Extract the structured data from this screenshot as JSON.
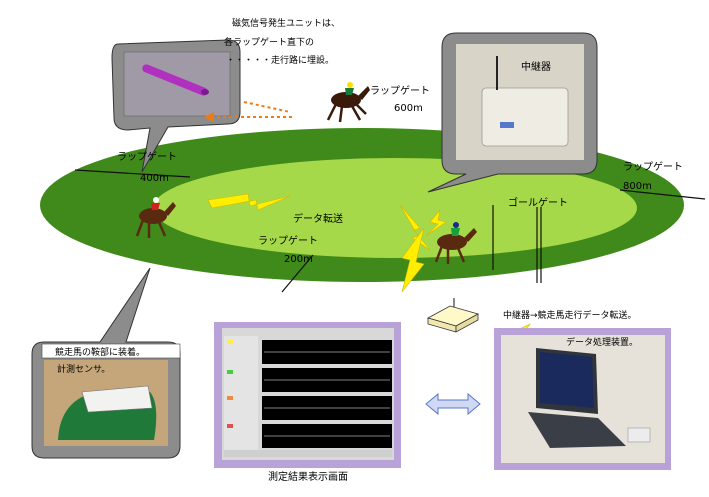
{
  "colors": {
    "track_outer": "#3f8a1a",
    "track_inner": "#a6d94a",
    "bubble_fill": "#8c8c8c",
    "lightning": "#ffee00",
    "arrow_orange": "#f07a10",
    "arrow_blue": "#5a78c8",
    "monitor_frame": "#b9a2d8",
    "gate_line": "#111111"
  },
  "magnet_note": [
    "磁気信号発生ユニットは、",
    "各ラップゲート直下の",
    "・・・・・走行路に埋設。"
  ],
  "lap_gate_400": {
    "label": "ラップゲート",
    "distance": "400m"
  },
  "lap_gate_600": {
    "label": "ラップゲート",
    "distance": "600m"
  },
  "lap_gate_800": {
    "label": "ラップゲート",
    "distance": "800m"
  },
  "lap_gate_200": {
    "label": "ラップゲート",
    "distance": "200m"
  },
  "goal_gate": "ゴールゲート",
  "repeater_label": "中継器",
  "data_transfer": "データ転送",
  "repeater_to_pc": "中継器→競走馬走行データ転送。",
  "data_processing": "データ処理装置。",
  "sensor_mount": "競走馬の鞍部に装着。",
  "sensor_name": "計測センサ。",
  "result_screen": "測定結果表示画面",
  "icons": [
    "racehorse-icon",
    "lightning-icon",
    "magnet-unit-icon",
    "repeater-box-icon",
    "laptop-icon",
    "double-arrow-icon"
  ]
}
